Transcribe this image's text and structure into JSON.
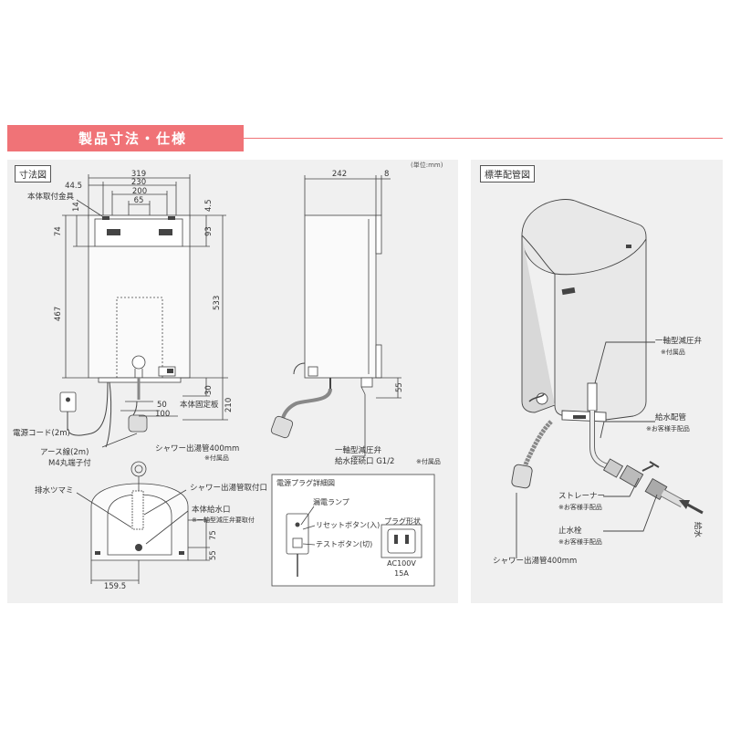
{
  "header": {
    "title": "製品寸法・仕様"
  },
  "unit_note": "(単位:mm)",
  "left_panel": {
    "tag": "寸法図",
    "front_view": {
      "dim_319": "319",
      "dim_44_5": "44.5",
      "dim_230": "230",
      "dim_200": "200",
      "dim_65": "65",
      "dim_4_5": "4.5",
      "dim_14": "14",
      "dim_74": "74",
      "dim_93": "93",
      "dim_467": "467",
      "dim_533": "533",
      "dim_30": "30",
      "dim_210": "210",
      "dim_50": "50",
      "dim_100": "100",
      "label_mount": "本体取付金具",
      "label_fix_plate": "本体固定板",
      "label_power_cord": "電源コード(2m)",
      "label_earth_1": "アース線(2m)",
      "label_earth_2": "M4丸端子付",
      "label_shower": "シャワー出湯管400mm",
      "label_accessory": "※付属品"
    },
    "side_view": {
      "dim_242": "242",
      "dim_8": "8",
      "dim_55": "55",
      "label_valve": "一軸型減圧弁",
      "label_inlet": "給水接続口 G1/2",
      "label_accessory": "※付属品"
    },
    "bottom_view": {
      "label_drain_knob": "排水ツマミ",
      "label_shower_mount": "シャワー出湯管取付口",
      "label_inlet": "本体給水口",
      "label_inlet_note": "※一軸型減圧弁要取付",
      "dim_75": "75",
      "dim_55": "55",
      "dim_159_5": "159.5"
    },
    "plug_detail": {
      "title": "電源プラグ詳細図",
      "label_leak_lamp": "漏電ランプ",
      "label_reset": "リセットボタン(入)",
      "label_test": "テストボタン(切)",
      "plug_shape_title": "プラグ形状",
      "voltage": "AC100V",
      "ampere": "15A"
    }
  },
  "right_panel": {
    "tag": "標準配管図",
    "label_valve": "一軸型減圧弁",
    "label_valve_note": "※付属品",
    "label_supply_pipe": "給水配管",
    "label_supply_note": "※お客様手配品",
    "label_strainer": "ストレーナー",
    "label_strainer_note": "※お客様手配品",
    "label_stop_valve": "止水栓",
    "label_stop_note": "※お客様手配品",
    "label_shower": "シャワー出湯管400mm",
    "label_water_in": "給水"
  }
}
